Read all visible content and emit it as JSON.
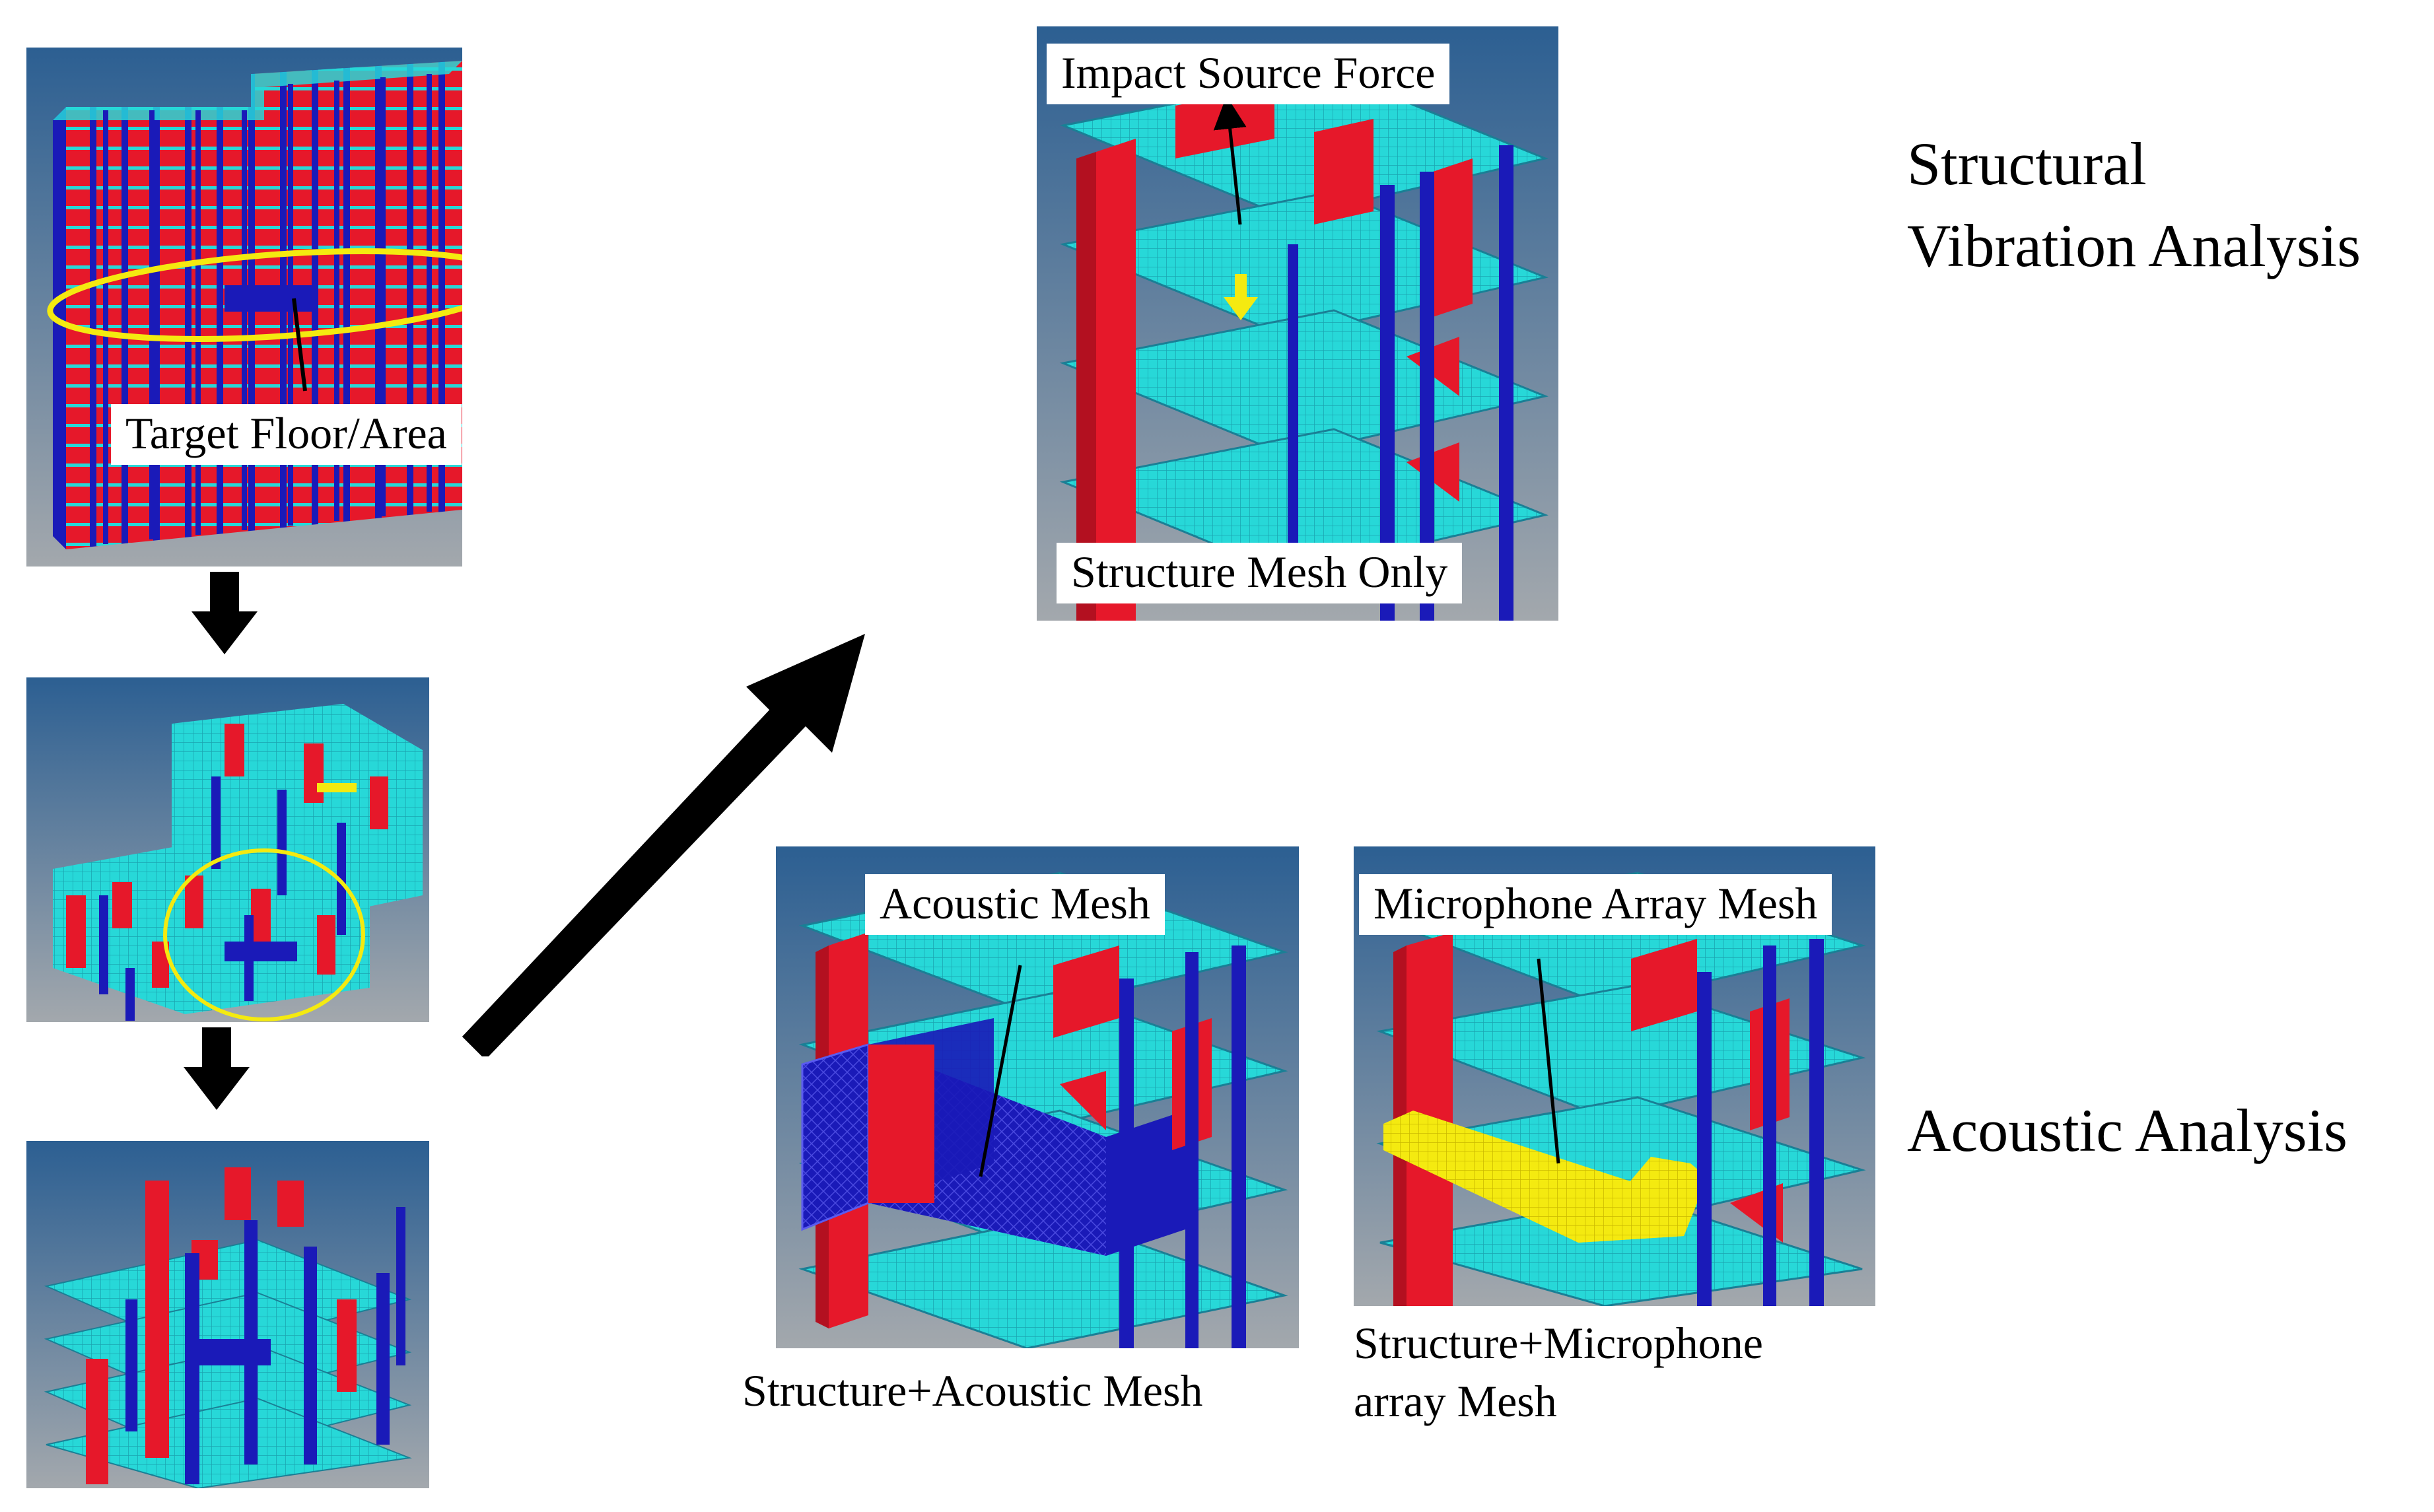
{
  "labels": {
    "target_floor": "Target Floor/Area",
    "impact_source": "Impact Source Force",
    "structure_only": "Structure Mesh Only",
    "acoustic_mesh": "Acoustic Mesh",
    "mic_array_mesh": "Microphone Array Mesh",
    "structure_acoustic": "Structure+Acoustic Mesh",
    "structure_mic_line1": "Structure+Microphone",
    "structure_mic_line2": "array Mesh"
  },
  "headings": {
    "structural_line1": "Structural",
    "structural_line2": "Vibration Analysis",
    "acoustic": "Acoustic Analysis"
  },
  "colors": {
    "slab": "#27d8d8",
    "wall": "#e6182a",
    "column": "#1a1ab8",
    "highlight": "#f4ea10",
    "bg_top": "#2c5f92",
    "bg_bottom": "#a3a8ad"
  }
}
